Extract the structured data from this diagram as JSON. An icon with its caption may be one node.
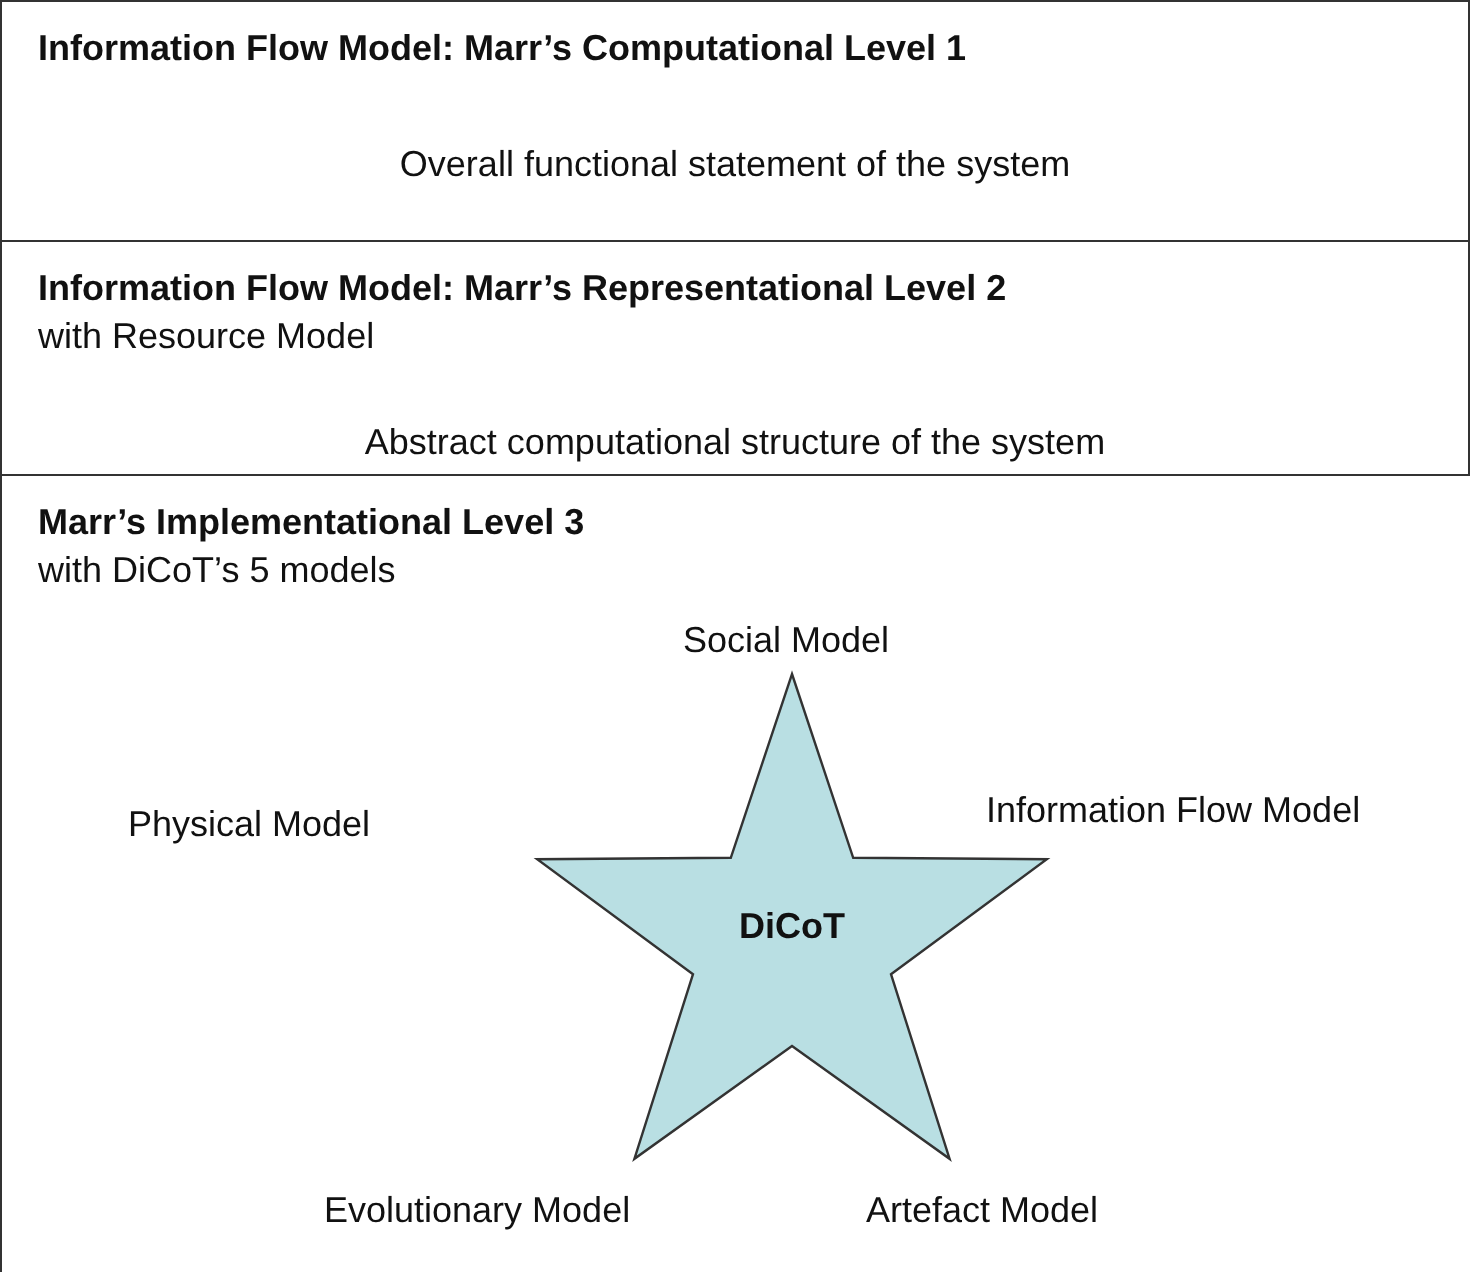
{
  "diagram": {
    "nodes": [
      {
        "text": [
          "Information Flow Model: Marr’s Computational Level 1",
          "Overall functional statement of the system"
        ]
      },
      {
        "text": [
          "Information Flow Model: Marr’s Representational Level 2",
          "with Resource Model",
          "Abstract computational structure of the system"
        ]
      },
      {
        "text": [
          "Marr’s Implementational Level 3",
          "with DiCoT’s 5 models"
        ]
      },
      {
        "text": [
          "DiCoT"
        ],
        "in": 2
      }
    ],
    "labels": [
      "Social Model",
      "Physical Model",
      "Information Flow Model",
      "Evolutionary Model",
      "Artefact Model"
    ]
  }
}
